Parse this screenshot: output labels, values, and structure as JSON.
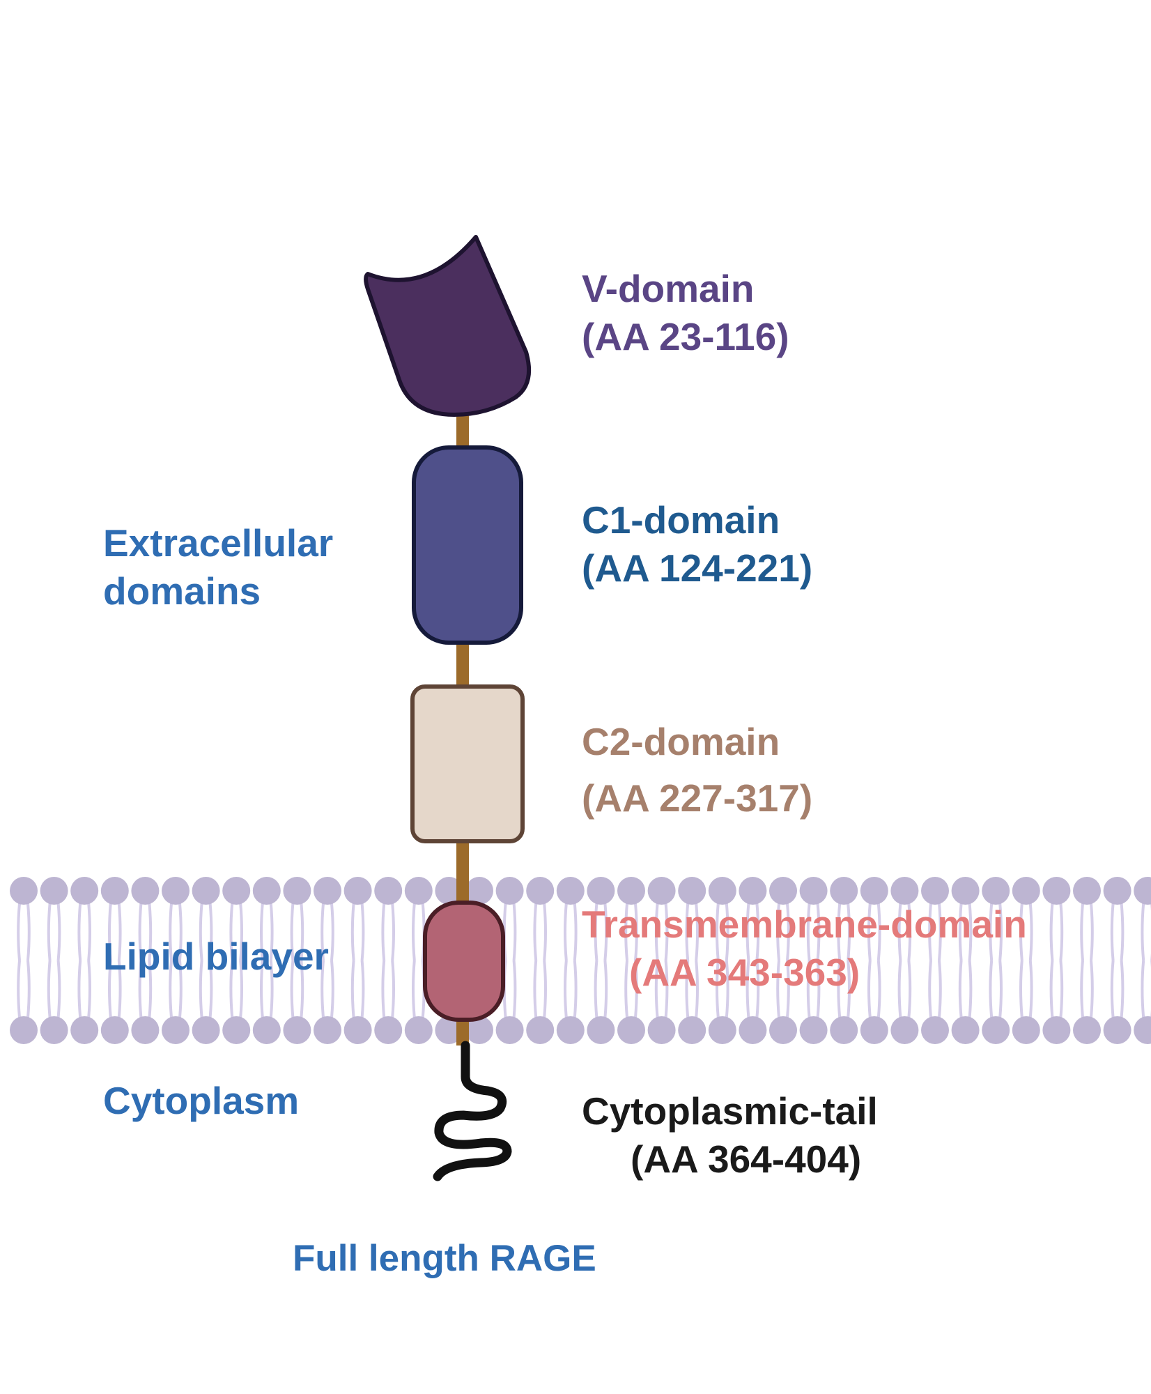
{
  "region_labels": {
    "extracellular_line1": "Extracellular",
    "extracellular_line2": "domains",
    "lipid_bilayer": "Lipid bilayer",
    "cytoplasm": "Cytoplasm"
  },
  "domains": {
    "v_domain": {
      "name": "V-domain",
      "range": "(AA 23-116)",
      "color": "#4b2f5e"
    },
    "c1_domain": {
      "name": "C1-domain",
      "range": "(AA 124-221)",
      "color": "#4f508a"
    },
    "c2_domain": {
      "name": "C2-domain",
      "range": "(AA 227-317)",
      "color": "#e5d7ca"
    },
    "transmembrane_domain": {
      "name": "Transmembrane-domain",
      "range": "(AA 343-363)",
      "color": "#b36474"
    },
    "cytoplasmic_tail": {
      "name": "Cytoplasmic-tail",
      "range": "(AA 364-404)",
      "color": "#111111"
    }
  },
  "caption": "Full length RAGE",
  "colors": {
    "label_blue": "#2f6db3",
    "linker": "#9c6b2a",
    "membrane_heads": "#bdb5d2",
    "membrane_tails": "#d4cde8"
  }
}
